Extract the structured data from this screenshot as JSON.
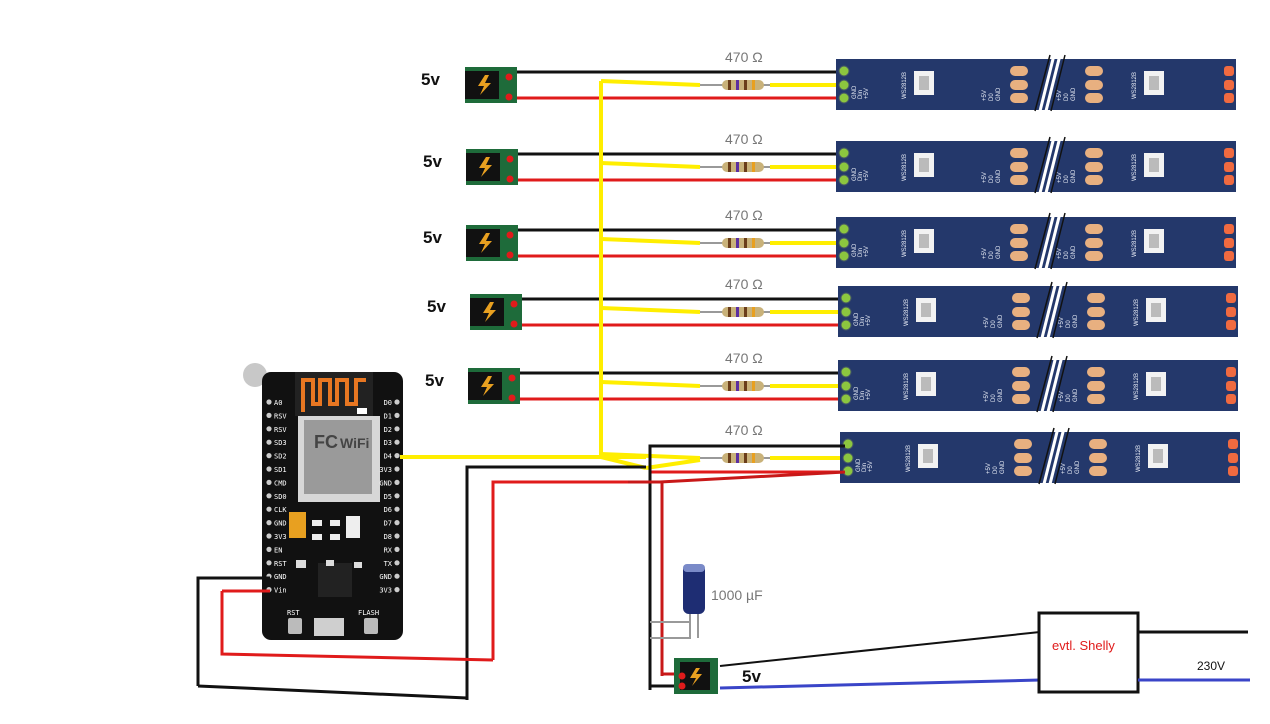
{
  "power_label": "5v",
  "resistor_label": "470 Ω",
  "capacitor_label": "1000 µF",
  "shelly_label": "evtl. Shelly",
  "mains_label": "230V",
  "strip_chip": "WS2812B",
  "strip_pins": [
    "GND",
    "Din",
    "+5V",
    "GND",
    "D0",
    "+5V"
  ],
  "mcu": {
    "left_pins": [
      "A0",
      "RSV",
      "RSV",
      "SD3",
      "SD2",
      "SD1",
      "CMD",
      "SD0",
      "CLK",
      "GND",
      "3V3",
      "EN",
      "RST",
      "GND",
      "Vin"
    ],
    "right_pins": [
      "D0",
      "D1",
      "D2",
      "D3",
      "D4",
      "3V3",
      "GND",
      "D5",
      "D6",
      "D7",
      "D8",
      "RX",
      "TX",
      "GND",
      "3V3"
    ],
    "buttons": [
      "RST",
      "FLASH"
    ]
  },
  "colors": {
    "strip": "#24386b",
    "data_wire": "#ffee00",
    "plus_wire": "#e01b1b",
    "gnd_wire": "#111111",
    "mains_wire": "#3a45c8"
  }
}
